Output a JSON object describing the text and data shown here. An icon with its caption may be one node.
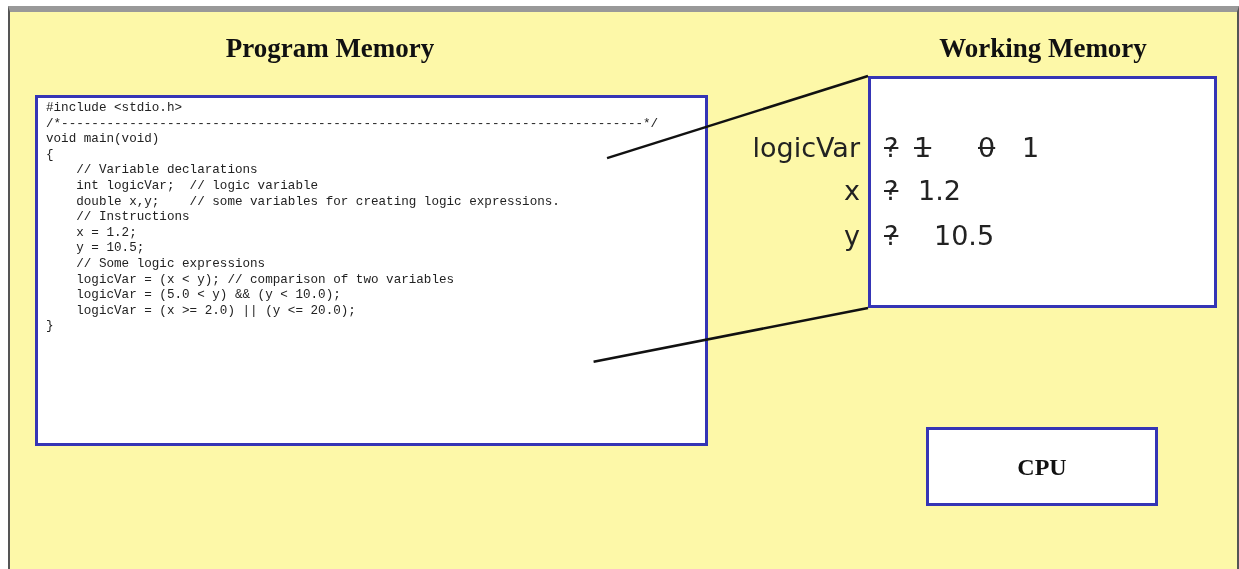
{
  "diagram": {
    "nodes": [
      {
        "text": [
          "Program Memory",
          "#include <stdio.h>",
          "/*-----------------------------------------------------------------------------*/",
          "void main(void)",
          "{",
          "    // Variable declarations",
          "    int logicVar;  // logic variable",
          "    double x,y;    // some variables for creating logic expressions.",
          "    // Instructions",
          "    x = 1.2;",
          "    y = 10.5;",
          "    // Some logic expressions",
          "    logicVar = (x < y); // comparison of two variables",
          "    logicVar = (5.0 < y) && (y < 10.0);",
          "    logicVar = (x >= 2.0) || (y <= 20.0);",
          "}"
        ]
      },
      {
        "text": [
          "Working Memory",
          "?",
          "1",
          "0",
          "1",
          "?",
          "1.2",
          "?",
          "10.5"
        ],
        "beside": [
          "logicVar",
          "x",
          "y"
        ]
      },
      {
        "text": [
          "CPU"
        ]
      }
    ],
    "edges": [
      {
        "from": 0,
        "to": 1,
        "arrow": "none"
      },
      {
        "from": 0,
        "to": 1,
        "arrow": "none"
      }
    ]
  }
}
